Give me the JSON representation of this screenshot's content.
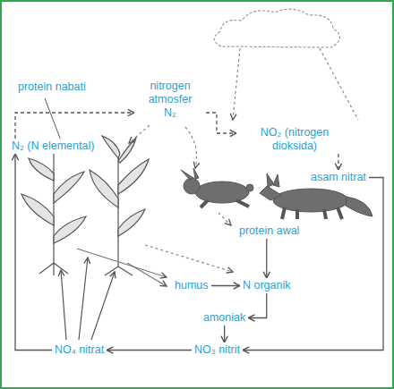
{
  "diagram": {
    "nodes": [
      {
        "text": [
          "nitrogen atmosfer",
          "N₂"
        ]
      },
      {
        "text": [
          "NO₂ (nitrogen dioksida)"
        ]
      },
      {
        "text": [
          "asam nitrat"
        ]
      },
      {
        "text": [
          "protein awal"
        ]
      },
      {
        "text": [
          "N organik"
        ]
      },
      {
        "text": [
          "humus"
        ]
      },
      {
        "text": [
          "amoniak"
        ]
      },
      {
        "text": [
          "NO₃ nitrit"
        ]
      },
      {
        "text": [
          "NO₄ nitrat"
        ]
      },
      {
        "text": [
          "N₂ (N elemental)"
        ]
      }
    ],
    "edges": [
      {
        "from": 0,
        "to": 1,
        "arrow": "to"
      },
      {
        "from": 1,
        "to": 2,
        "arrow": "to"
      },
      {
        "from": 2,
        "to": 7,
        "arrow": "to"
      },
      {
        "from": 3,
        "to": 4,
        "arrow": "to"
      },
      {
        "from": 5,
        "to": 4,
        "arrow": "to"
      },
      {
        "from": 4,
        "to": 6,
        "arrow": "to"
      },
      {
        "from": 6,
        "to": 7,
        "arrow": "to"
      },
      {
        "from": 7,
        "to": 8,
        "arrow": "to"
      },
      {
        "from": 8,
        "to": 9,
        "arrow": "to"
      },
      {
        "from": 9,
        "to": 0,
        "arrow": "to"
      }
    ],
    "labels": [
      "protein nabati"
    ]
  }
}
